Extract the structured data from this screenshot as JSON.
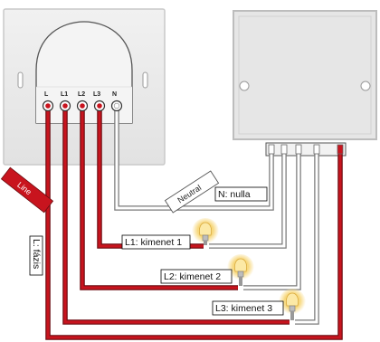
{
  "diagram": {
    "module_terminals": [
      "L",
      "L1",
      "L2",
      "L3",
      "N"
    ],
    "wire_tags": {
      "line": "Line",
      "neutral": "Neutral"
    },
    "labels": {
      "neutral": "N: nulla",
      "phase": "L: fázis",
      "out1": "L1: kimenet 1",
      "out2": "L2: kimenet 2",
      "out3": "L3: kimenet 3"
    },
    "colors": {
      "live_wire": "#c8141e",
      "neutral_wire": "#ffffff",
      "wire_outline": "#7a7a7a",
      "plate": "#e9e9e9",
      "bulb_glow": "#f5c542"
    }
  }
}
